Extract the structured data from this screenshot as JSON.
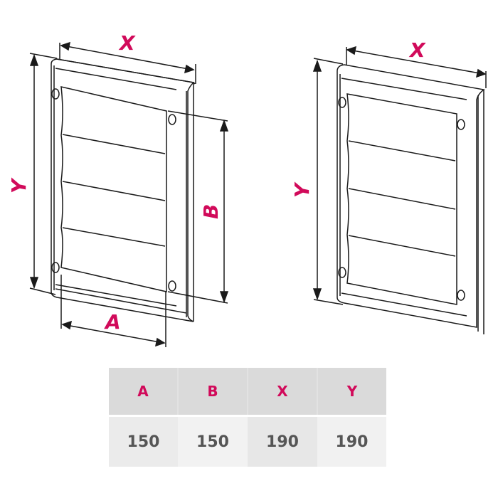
{
  "diagram": {
    "left_grille": {
      "labels": {
        "x": "X",
        "y": "Y",
        "a": "A",
        "b": "B"
      },
      "louvers": 4,
      "screw_holes": 4
    },
    "right_grille": {
      "labels": {
        "x": "X",
        "y": "Y"
      },
      "louvers": 4,
      "screw_holes": 4
    },
    "colors": {
      "accent": "#d10a5a",
      "line": "#1a1a1a",
      "table_header_bg": "#dadada",
      "value_text": "#555555"
    }
  },
  "dimensions_table": {
    "headers": [
      "A",
      "B",
      "X",
      "Y"
    ],
    "values": [
      "150",
      "150",
      "190",
      "190"
    ]
  }
}
